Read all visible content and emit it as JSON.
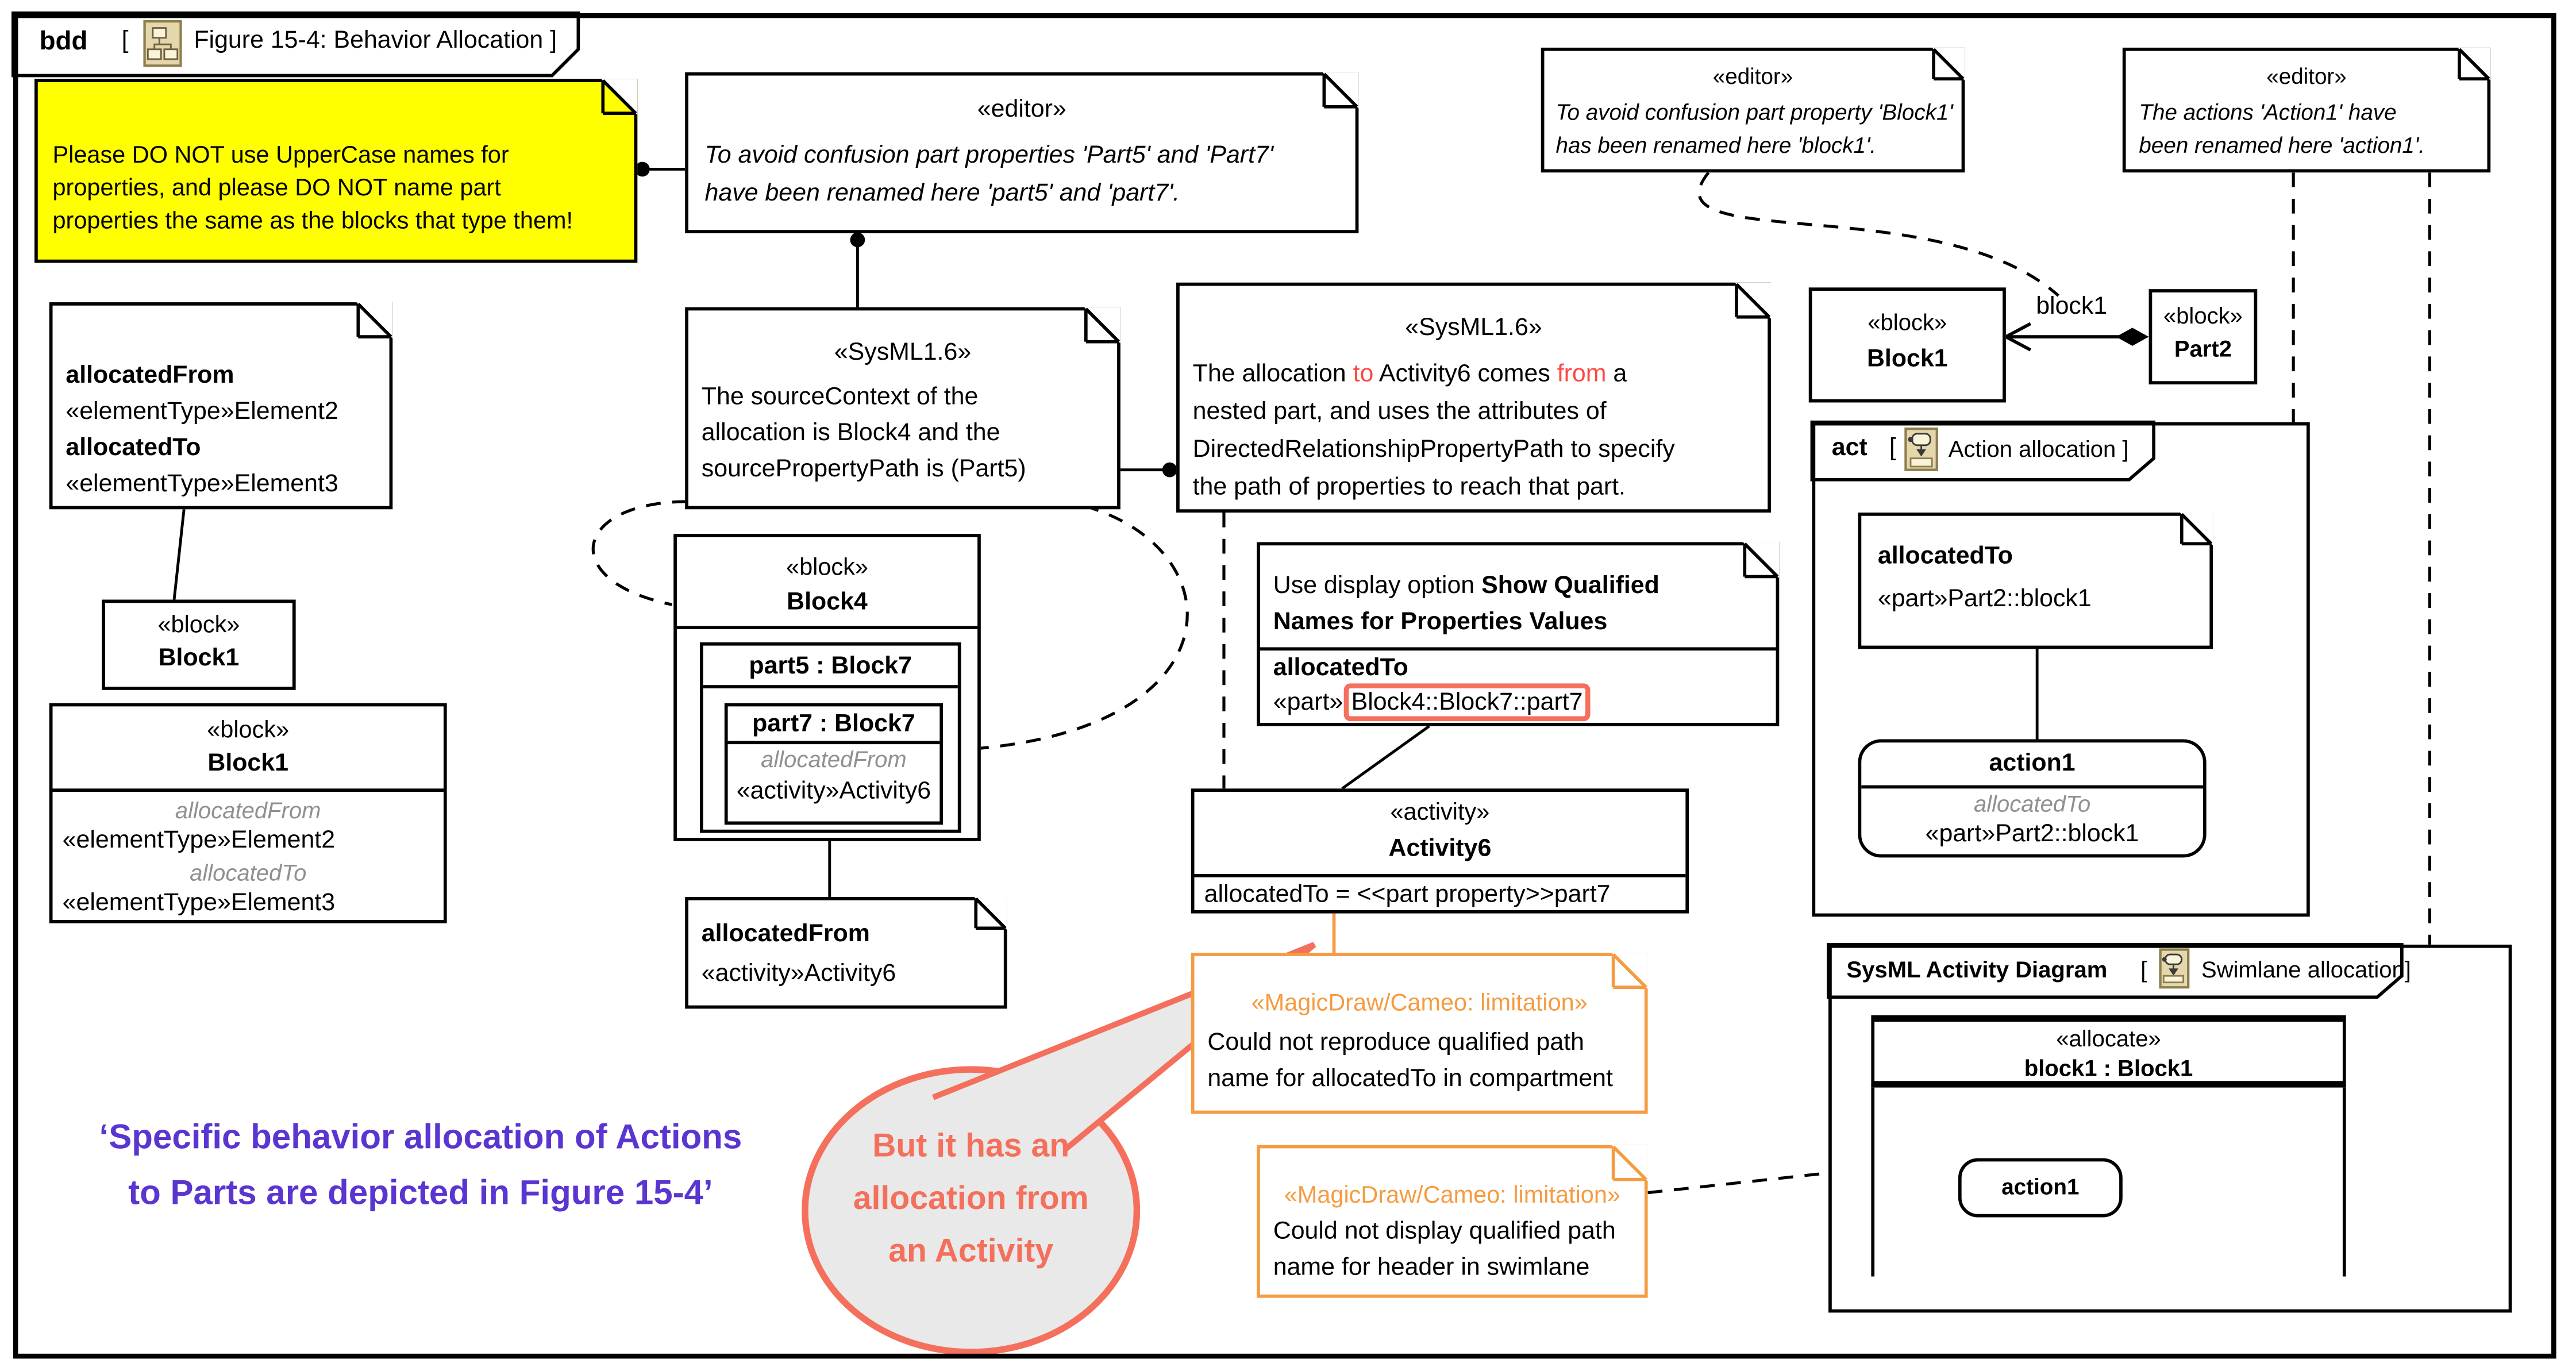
{
  "frame": {
    "kind": "bdd",
    "bracket": "[",
    "title": "Figure 15-4: Behavior Allocation ]"
  },
  "notes": {
    "warning": {
      "lines": [
        "Please DO NOT use UpperCase names for",
        "properties, and please DO NOT name part",
        "properties the same as the blocks that type them!"
      ]
    },
    "editor_top": {
      "stereotype": "«editor»",
      "lines": [
        "To avoid confusion part properties 'Part5' and 'Part7'",
        "have been renamed here 'part5' and 'part7'."
      ]
    },
    "sysml_source": {
      "stereotype": "«SysML1.6»",
      "lines": [
        "The sourceContext of the",
        "allocation is Block4 and the",
        "sourcePropertyPath is (Part5)"
      ]
    },
    "sysml_allocation": {
      "stereotype": "«SysML1.6»",
      "line1": {
        "a": "The allocation ",
        "to": "to",
        "b": " Activity6 comes ",
        "from": "from",
        "c": " a"
      },
      "lines": [
        "nested part, and uses the attributes of",
        "DirectedRelationshipPropertyPath to specify",
        "the path of properties to reach that part."
      ]
    },
    "alloc_pair": {
      "rows": [
        {
          "label": "allocatedFrom",
          "value": "«elementType»Element2"
        },
        {
          "label": "allocatedTo",
          "value": "«elementType»Element3"
        }
      ]
    },
    "alloc_from": {
      "label": "allocatedFrom",
      "value": "«activity»Activity6"
    },
    "display_option": {
      "pre": "Use display option ",
      "bold1": "Show Qualified",
      "bold2": "Names for Properties Values",
      "slot_label": "allocatedTo",
      "part": "«part»",
      "qualified": "Block4::Block7::part7"
    },
    "editor_block1": {
      "stereotype": "«editor»",
      "lines": [
        "To avoid confusion part property 'Block1'",
        "has been renamed here 'block1'."
      ]
    },
    "editor_action1": {
      "stereotype": "«editor»",
      "lines": [
        "The actions 'Action1' have",
        "been renamed here 'action1'."
      ]
    },
    "limitation_compartment": {
      "stereotype": "«MagicDraw/Cameo: limitation»",
      "lines": [
        "Could not reproduce qualified path",
        "name for allocatedTo in compartment"
      ]
    },
    "limitation_swimlane": {
      "stereotype": "«MagicDraw/Cameo: limitation»",
      "lines": [
        "Could not display qualified path",
        "name for header in swimlane"
      ]
    },
    "act_alloc": {
      "label": "allocatedTo",
      "value": "«part»Part2::block1"
    }
  },
  "blocks": {
    "block1_small": {
      "stereotype": "«block»",
      "name": "Block1"
    },
    "block1_detail": {
      "stereotype": "«block»",
      "name": "Block1",
      "rows": [
        {
          "label": "allocatedFrom",
          "value": "«elementType»Element2"
        },
        {
          "label": "allocatedTo",
          "value": "«elementType»Element3"
        }
      ]
    },
    "block4": {
      "stereotype": "«block»",
      "name": "Block4",
      "part5": "part5 : Block7",
      "part7": "part7 : Block7",
      "alloc_label": "allocatedFrom",
      "alloc_value": "«activity»Activity6"
    },
    "activity6": {
      "stereotype": "«activity»",
      "name": "Activity6",
      "slot": "allocatedTo = <<part property>>part7"
    },
    "block1_right": {
      "stereotype": "«block»",
      "name": "Block1"
    },
    "part2": {
      "stereotype": "«block»",
      "name": "Part2"
    }
  },
  "association": {
    "label": "block1"
  },
  "act_frame": {
    "kind": "act",
    "bracket": "[",
    "title": "Action allocation ]",
    "action": {
      "name": "action1",
      "alloc_label": "allocatedTo",
      "alloc_value": "«part»Part2::block1"
    }
  },
  "activity_frame": {
    "title": "SysML Activity Diagram",
    "bracket": "[",
    "subtitle": "Swimlane allocation]",
    "swimlane": {
      "stereotype": "«allocate»",
      "header": "block1 : Block1",
      "action": "action1"
    }
  },
  "annotations": {
    "figure_ref": {
      "lines": [
        "‘Specific behavior allocation of Actions",
        "to Parts are depicted in Figure 15-4’"
      ]
    },
    "balloon": {
      "lines": [
        "But it has an",
        "allocation from",
        "an Activity"
      ]
    }
  },
  "icons": {
    "header": "bdd-diagram-icon",
    "act": "activity-diagram-icon",
    "swimlane": "activity-diagram-icon"
  },
  "colors": {
    "yellow": "#FFFF00",
    "orange": "#F59B41",
    "salmon": "#F4705C",
    "red": "#FF4545",
    "purple": "#5A35D0",
    "gray": "#909090"
  }
}
